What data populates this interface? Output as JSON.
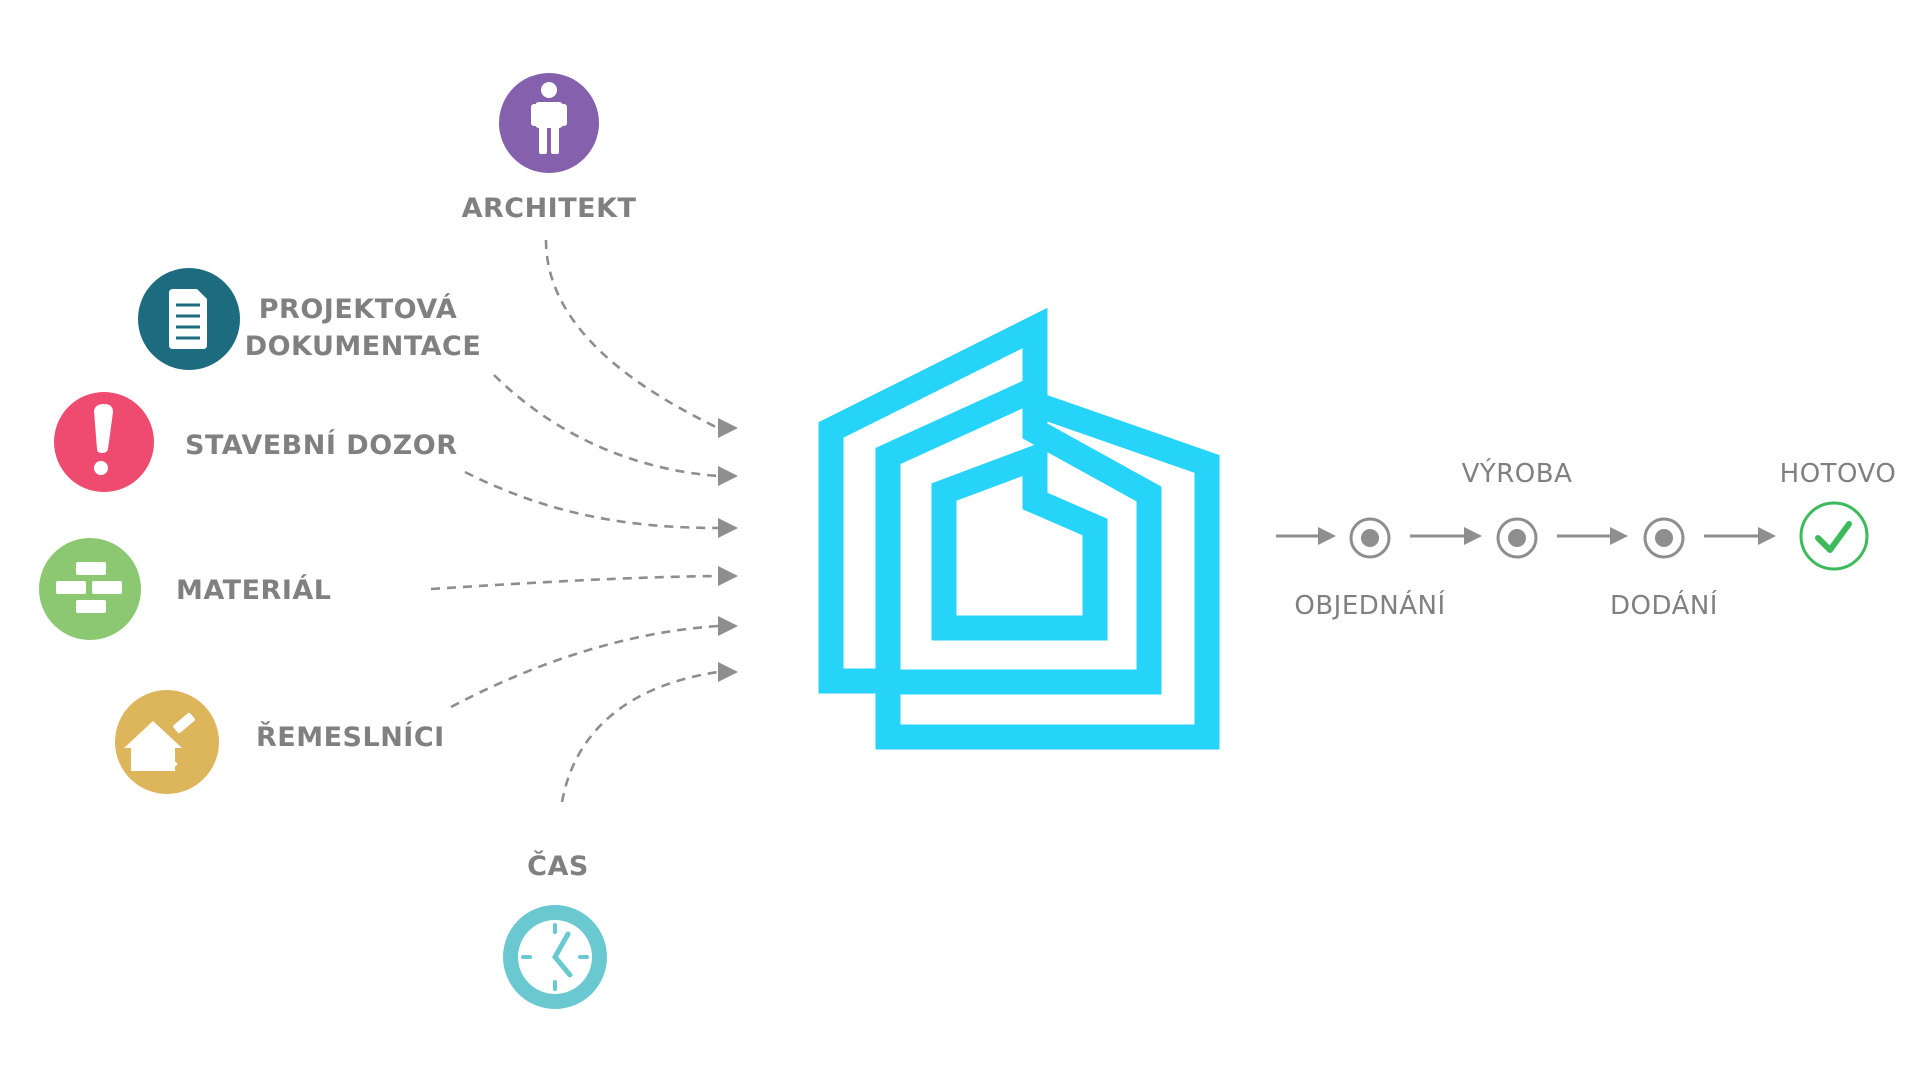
{
  "inputs": [
    {
      "id": "architekt",
      "lines": [
        "ARCHITEKT"
      ],
      "icon": "person-icon",
      "color": "#8560ac"
    },
    {
      "id": "projektova-dokumentace",
      "lines": [
        "PROJEKTOVÁ",
        "DOKUMENTACE"
      ],
      "icon": "document-icon",
      "color": "#1c6b7e"
    },
    {
      "id": "stavebni-dozor",
      "lines": [
        "STAVEBNÍ DOZOR"
      ],
      "icon": "exclamation-icon",
      "color": "#ef4a6f"
    },
    {
      "id": "material",
      "lines": [
        "MATERIÁL"
      ],
      "icon": "bricks-icon",
      "color": "#8cc772"
    },
    {
      "id": "remeslnici",
      "lines": [
        "ŘEMESLNÍCI"
      ],
      "icon": "house-hammer-icon",
      "color": "#ddb55a"
    },
    {
      "id": "cas",
      "lines": [
        "ČAS"
      ],
      "icon": "clock-icon",
      "color": "#6ac8d1"
    }
  ],
  "center": {
    "icon": "house-logo-icon",
    "color": "#26d4fa"
  },
  "pipeline": {
    "steps": [
      {
        "label": "OBJEDNÁNÍ",
        "label_position": "below"
      },
      {
        "label": "VÝROBA",
        "label_position": "above"
      },
      {
        "label": "DODÁNÍ",
        "label_position": "below"
      }
    ],
    "final": {
      "label": "HOTOVO",
      "icon": "checkmark-icon",
      "color": "#3dbb5c"
    }
  }
}
